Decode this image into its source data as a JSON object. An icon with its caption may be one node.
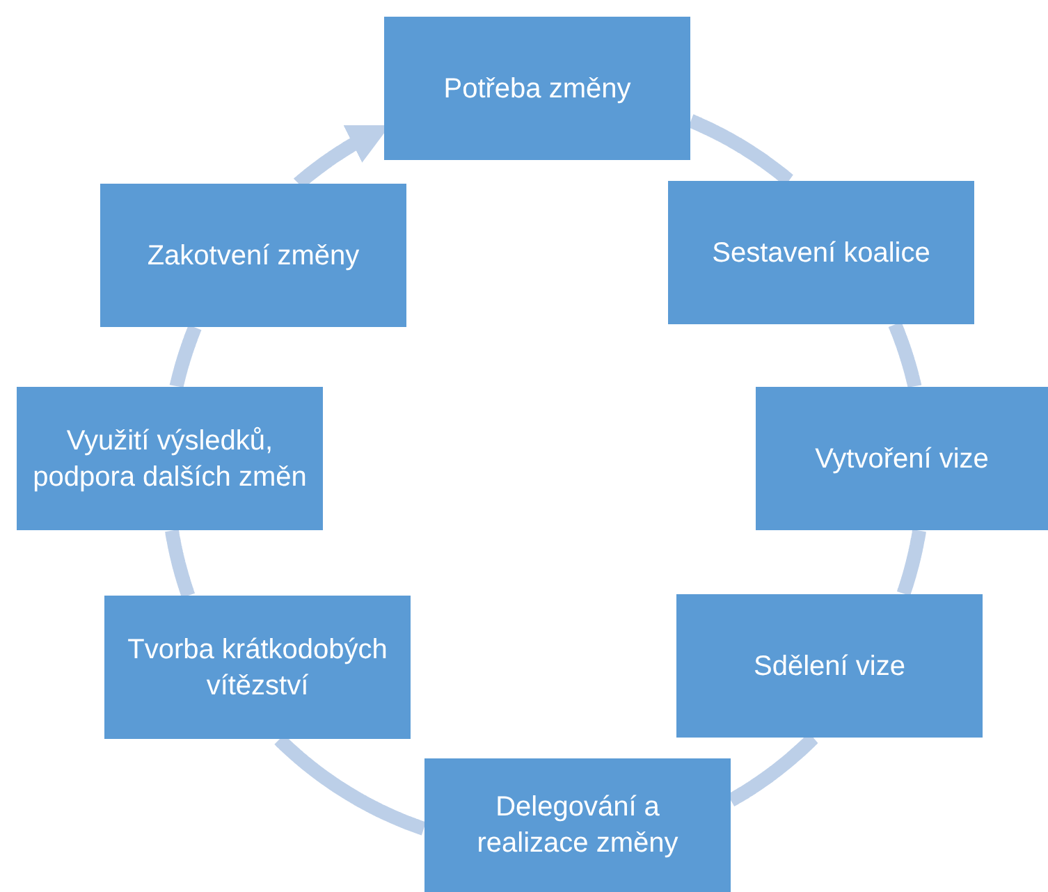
{
  "diagram": {
    "nodes": [
      {
        "text": [
          "Potřeba změny"
        ]
      },
      {
        "text": [
          "Sestavení koalice"
        ]
      },
      {
        "text": [
          "Vytvoření vize"
        ]
      },
      {
        "text": [
          "Sdělení vize"
        ]
      },
      {
        "text": [
          "Delegování a realizace změny"
        ]
      },
      {
        "text": [
          "Tvorba krátkodobých vítězství"
        ]
      },
      {
        "text": [
          "Využití výsledků, podpora dalších změn"
        ]
      },
      {
        "text": [
          "Zakotvení změny"
        ]
      }
    ],
    "edges": [
      {
        "from": 0,
        "to": 1,
        "arrow": "none"
      },
      {
        "from": 1,
        "to": 2,
        "arrow": "none"
      },
      {
        "from": 2,
        "to": 3,
        "arrow": "none"
      },
      {
        "from": 3,
        "to": 4,
        "arrow": "none"
      },
      {
        "from": 4,
        "to": 5,
        "arrow": "none"
      },
      {
        "from": 5,
        "to": 6,
        "arrow": "none"
      },
      {
        "from": 6,
        "to": 7,
        "arrow": "none"
      },
      {
        "from": 7,
        "to": 0,
        "arrow": "to"
      }
    ]
  }
}
